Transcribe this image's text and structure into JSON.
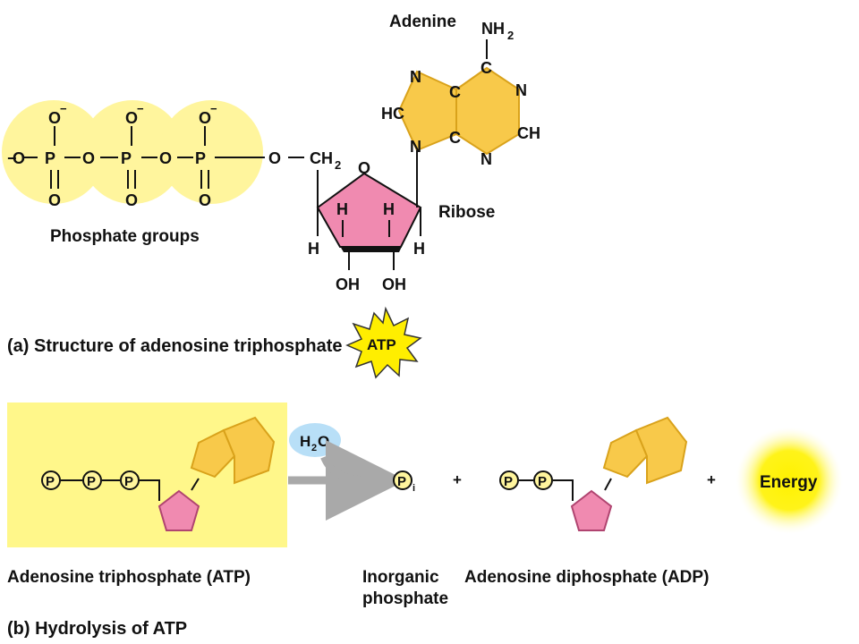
{
  "colors": {
    "phosphate_fill": "#fff59d",
    "adenine_fill": "#f8c94a",
    "adenine_stroke": "#d9a21b",
    "ribose_fill": "#f08ab0",
    "ribose_stroke": "#b04470",
    "atp_box": "#fff78a",
    "burst_fill": "#ffee00",
    "water_fill": "#b8dff7",
    "arrow_gray": "#a9a9a9",
    "energy_glow": "#fff200"
  },
  "structure": {
    "adenine_label": "Adenine",
    "nh2_n": "NH",
    "nh2_sub": "2",
    "ribose_label": "Ribose",
    "phosphate_label": "Phosphate groups",
    "atoms": {
      "o": "O",
      "o_minus": "O",
      "minus": "−",
      "p": "P",
      "c": "C",
      "n": "N",
      "hc": "HC",
      "ch": "CH",
      "h": "H",
      "oh": "OH",
      "ch2": "CH",
      "ch2_sub": "2"
    },
    "caption": "(a) Structure of adenosine triphosphate",
    "atp_badge": "ATP"
  },
  "hydrolysis": {
    "water_h": "H",
    "water_sub": "2",
    "water_o": "O",
    "p_symbol": "P",
    "pi_sub": "i",
    "plus": "+",
    "energy": "Energy",
    "atp_label": "Adenosine triphosphate (ATP)",
    "pi_label_1": "Inorganic",
    "pi_label_2": "phosphate",
    "adp_label": "Adenosine diphosphate (ADP)",
    "caption": "(b) Hydrolysis of ATP"
  }
}
